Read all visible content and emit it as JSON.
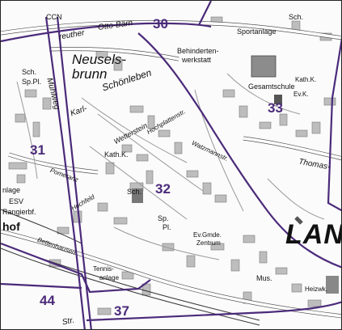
{
  "map": {
    "districts": [
      "30",
      "31",
      "32",
      "33",
      "37",
      "44"
    ],
    "places": {
      "town": "Neusels-\nbrunn",
      "big_label": "LAN"
    },
    "labels": {
      "ccn": "CCN",
      "sch_top": "Sch.",
      "sportanlage": "Sportanlage",
      "behinderten": "Behinderten-",
      "werkstatt": "werkstatt",
      "gesamtschule": "Gesamtschule",
      "kathk_right": "Kath.K.",
      "evk": "Ev.K.",
      "sch_left": "Sch.",
      "sppl_left": "Sp.Pl.",
      "kathk_mid": "Kath.K.",
      "sch_mid": "Sch.",
      "sppl_mid": "Sp.",
      "sppl_mid2": "Pl.",
      "evgmde": "Ev.Gmde.",
      "zentrum": "Zentrum",
      "tennis": "Tennis-",
      "anlage": "anlage",
      "mus": "Mus.",
      "heizwk": "Heizwk.",
      "nlage": "nlage",
      "esv": "ESV",
      "rangierbf": "Rangierbf.",
      "hof": "hof"
    },
    "streets": {
      "reuther": "reuther",
      "otto_bar": "Otto-Bärn",
      "schoenleben": "Schönleben",
      "muehlweg": "Mühlweg",
      "karl": "Karl-",
      "wetterstein": "Wetterstein",
      "hochplatten": "Hochplattenstr.",
      "watzmann": "Watzmannstr.",
      "thomas": "Thomas-",
      "pomeranz": "Pomeranz",
      "hochfeld": "Hochfeld",
      "bettenhausen": "Bettenhausen",
      "str": "Str."
    }
  }
}
